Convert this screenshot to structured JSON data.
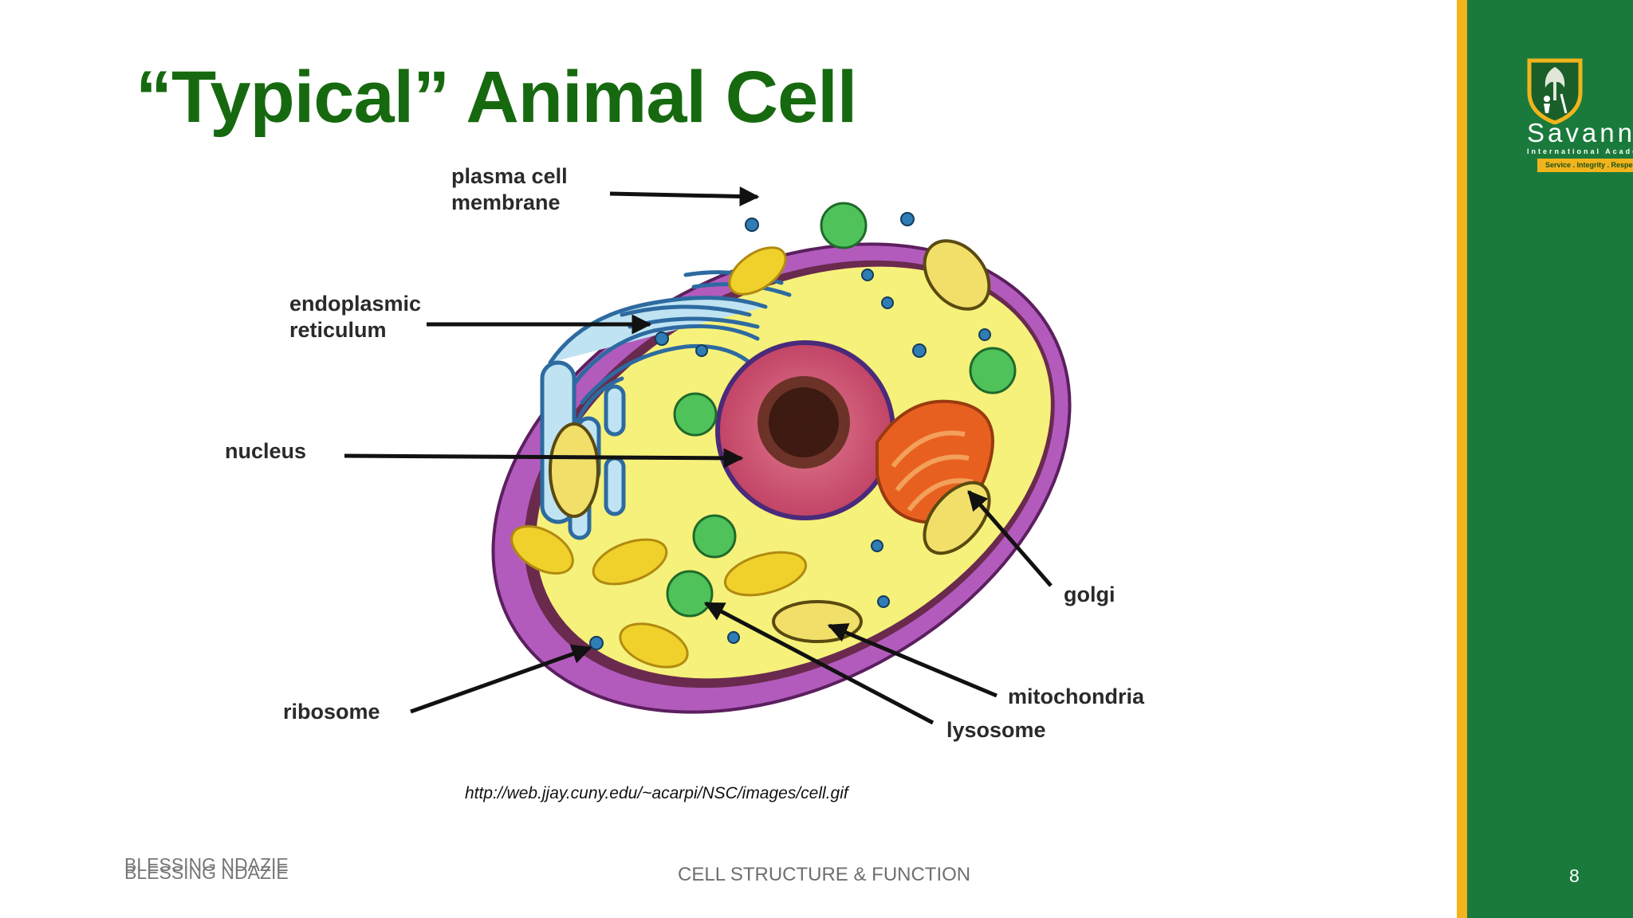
{
  "slide": {
    "title": "“Typical” Animal Cell",
    "source_url": "http://web.jjay.cuny.edu/~acarpi/NSC/images/cell.gif",
    "footer_author": "BLESSING NDAZIE",
    "footer_topic": "CELL STRUCTURE & FUNCTION",
    "page_number": "8"
  },
  "diagram": {
    "labels": {
      "plasma_membrane_line1": "plasma cell",
      "plasma_membrane_line2": "membrane",
      "er_line1": "endoplasmic",
      "er_line2": "reticulum",
      "nucleus": "nucleus",
      "golgi": "golgi",
      "mitochondria": "mitochondria",
      "lysosome": "lysosome",
      "ribosome": "ribosome"
    }
  },
  "sidebar": {
    "logo_name": "Savanna",
    "logo_subtitle": "International Acade",
    "logo_motto": "Service . Integrity . Respect"
  },
  "colors": {
    "title_green": "#16690f",
    "sidebar_green": "#1a7a3c",
    "sidebar_gold": "#f1b41c",
    "membrane_purple": "#a64fb4",
    "cytoplasm_yellow": "#f6f17a",
    "nucleus_pink": "#cf4f70",
    "golgi_orange": "#e8601f"
  }
}
